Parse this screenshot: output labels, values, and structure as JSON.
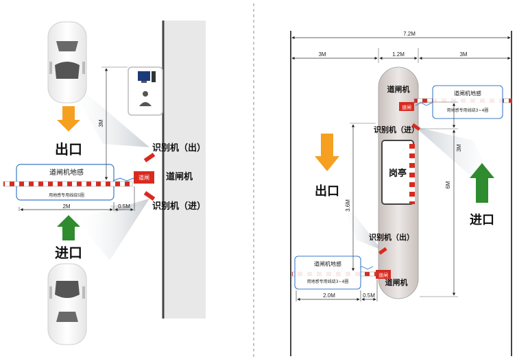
{
  "left": {
    "exit_label": "出口",
    "entry_label": "进口",
    "recognizer_exit": "识别机（出）",
    "recognizer_entry": "识别机（进）",
    "barrier_label": "道闸机",
    "sensor_title": "道闸机地感",
    "sensor_note": "用地感专用线绕5圈",
    "gate_tag": "道闸",
    "dim_3m": "3M",
    "dim_2m": "2M",
    "dim_05m": "0.5M"
  },
  "right": {
    "total_width": "7.2M",
    "lane_left": "3M",
    "island_width": "1.2M",
    "lane_right": "3M",
    "booth_label": "岗亭",
    "barrier_top": "道闸机",
    "barrier_bottom": "道闸机",
    "recognizer_entry": "识别机（进）",
    "recognizer_exit": "识别机（出）",
    "exit_label": "出口",
    "entry_label": "进口",
    "sensor_title_top": "道闸机地感",
    "sensor_note_top": "用地感专用线绕3~4圈",
    "sensor_title_bottom": "道闸机地感",
    "sensor_note_bottom": "用地感专用线绕3~4圈",
    "gate_tag_top": "道闸",
    "gate_tag_bottom": "道闸",
    "dim_3m_vertical": "3M",
    "dim_6m": "6M",
    "dim_36m": "3.6M",
    "dim_20m": "2.0M",
    "dim_05m": "0.5M"
  },
  "colors": {
    "orange": "#f5a020",
    "green": "#2e8b2e",
    "red": "#d82a20",
    "box_border": "#3a78c8"
  }
}
